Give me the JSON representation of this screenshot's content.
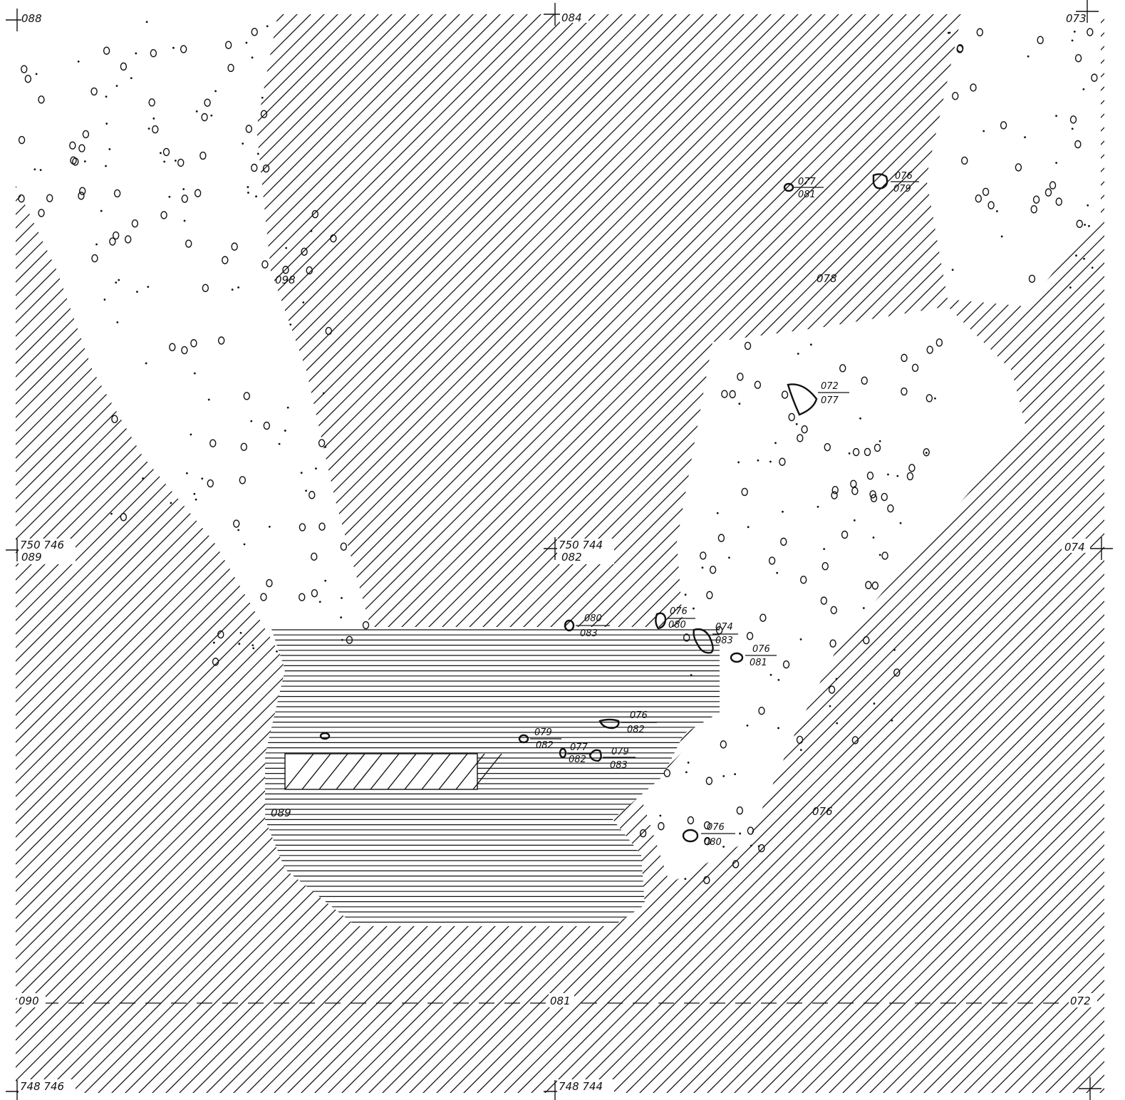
{
  "map": {
    "corner_labels": {
      "top_left": "088",
      "top_center": "084",
      "top_right": "073",
      "mid_left_coord": "750 746",
      "mid_left_value": "089",
      "mid_center_coord": "750 744",
      "mid_center_value": "082",
      "mid_right": "074",
      "bottom_left_coord": "748 746",
      "bottom_center_coord": "748 744"
    },
    "dashed_line_labels": {
      "left": "090",
      "center": "081",
      "right": "072"
    },
    "area_labels": [
      "098",
      "078",
      "076",
      "089"
    ],
    "features": [
      {
        "top": "077",
        "bottom": "081"
      },
      {
        "top": "076",
        "bottom": "079"
      },
      {
        "top": "072",
        "bottom": "077"
      },
      {
        "top": "080",
        "bottom": "083"
      },
      {
        "top": "076",
        "bottom": "080"
      },
      {
        "top": "074",
        "bottom": "083"
      },
      {
        "top": "076",
        "bottom": "081"
      },
      {
        "top": "076",
        "bottom": "082"
      },
      {
        "top": "079",
        "bottom": "082"
      },
      {
        "top": "077",
        "bottom": "082"
      },
      {
        "top": "079",
        "bottom": "083"
      },
      {
        "top": "076",
        "bottom": "080"
      }
    ],
    "colors": {
      "ink": "#111111",
      "paper": "#ffffff"
    }
  }
}
